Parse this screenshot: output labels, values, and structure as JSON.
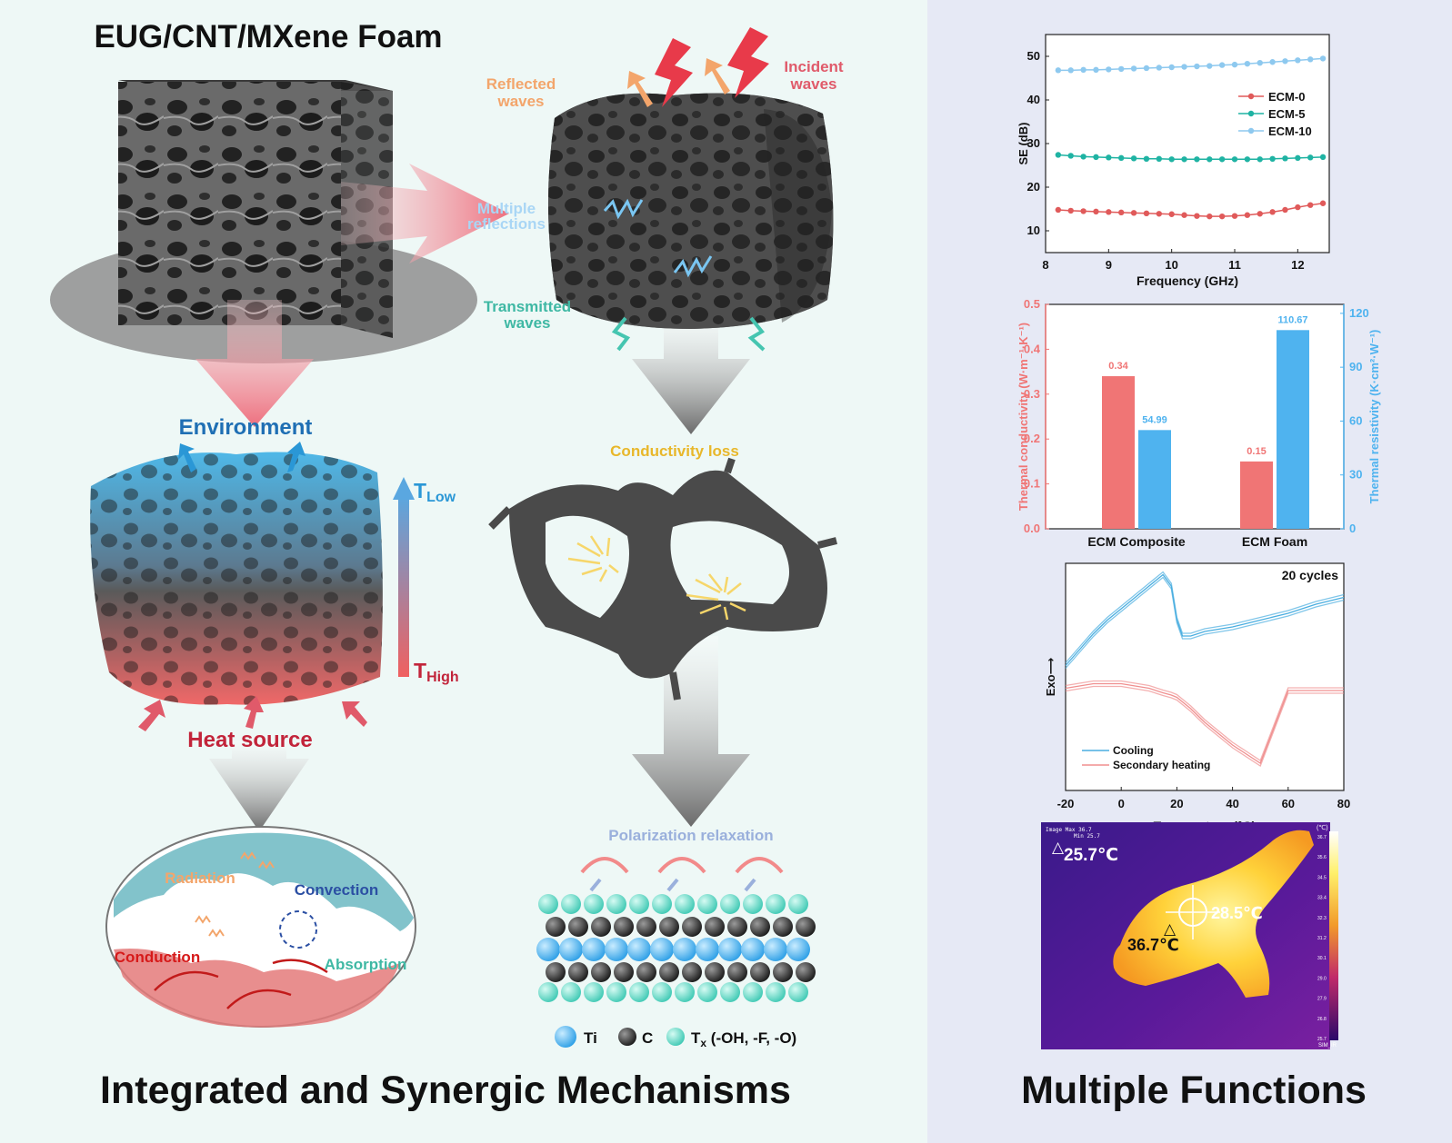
{
  "header": {
    "foam_title": "EUG/CNT/MXene Foam"
  },
  "emi": {
    "reflected": [
      "Reflected",
      "waves"
    ],
    "incident": [
      "Incident",
      "waves"
    ],
    "multiple": [
      "Multiple",
      "reflections"
    ],
    "transmitted": [
      "Transmitted",
      "waves"
    ],
    "conductivity_loss": "Conductivity loss",
    "polarization": "Polarization relaxation",
    "legend": {
      "ti": "Ti",
      "c": "C",
      "tx_main": "T",
      "tx_sub": "x",
      "tx_rest": " (-OH, -F, -O)"
    }
  },
  "thermal": {
    "environment": "Environment",
    "t_low_main": "T",
    "t_low_sub": "Low",
    "t_high_main": "T",
    "t_high_sub": "High",
    "heat_source": "Heat source",
    "radiation": "Radiation",
    "convection": "Convection",
    "conduction": "Conduction",
    "absorption": "Absorption"
  },
  "footer": {
    "left": "Integrated and Synergic Mechanisms",
    "right": "Multiple Functions"
  },
  "colors": {
    "left_bg": "#eef8f6",
    "right_bg": "#e6e9f5",
    "red": "#e05a5a",
    "teal": "#2ab5a5",
    "lightblue": "#8ec9ef",
    "blue": "#3aa3e3",
    "orange": "#f3a56b",
    "gold": "#e8b72a",
    "darkblue": "#1f6fb4",
    "crimson": "#c2243a"
  },
  "chart_data": [
    {
      "type": "line",
      "xlabel": "Frequency (GHz)",
      "ylabel": "SE (dB)",
      "xlim": [
        8,
        12.5
      ],
      "ylim": [
        5,
        55
      ],
      "xticks": [
        8,
        9,
        10,
        11,
        12
      ],
      "yticks": [
        10,
        20,
        30,
        40,
        50
      ],
      "legend_position": "top-right",
      "x": [
        8.2,
        8.4,
        8.6,
        8.8,
        9.0,
        9.2,
        9.4,
        9.6,
        9.8,
        10.0,
        10.2,
        10.4,
        10.6,
        10.8,
        11.0,
        11.2,
        11.4,
        11.6,
        11.8,
        12.0,
        12.2,
        12.4
      ],
      "series": [
        {
          "name": "ECM-0",
          "color": "#e05a5a",
          "values": [
            14.8,
            14.6,
            14.5,
            14.4,
            14.3,
            14.2,
            14.1,
            14.0,
            13.9,
            13.8,
            13.6,
            13.4,
            13.3,
            13.3,
            13.4,
            13.6,
            13.9,
            14.3,
            14.8,
            15.4,
            15.9,
            16.3
          ]
        },
        {
          "name": "ECM-5",
          "color": "#1fb3a3",
          "values": [
            27.4,
            27.2,
            27.0,
            26.9,
            26.8,
            26.7,
            26.6,
            26.5,
            26.5,
            26.4,
            26.4,
            26.4,
            26.4,
            26.4,
            26.4,
            26.4,
            26.4,
            26.5,
            26.6,
            26.7,
            26.8,
            26.9
          ]
        },
        {
          "name": "ECM-10",
          "color": "#8ec9ef",
          "values": [
            46.8,
            46.8,
            46.9,
            46.9,
            47.0,
            47.1,
            47.2,
            47.3,
            47.4,
            47.5,
            47.6,
            47.7,
            47.8,
            48.0,
            48.1,
            48.3,
            48.5,
            48.7,
            48.9,
            49.1,
            49.3,
            49.5
          ]
        }
      ]
    },
    {
      "type": "bar",
      "categories": [
        "ECM Composite",
        "ECM Foam"
      ],
      "series": [
        {
          "name": "Thermal conductivity",
          "axis": "left",
          "color": "#f07575",
          "values": [
            0.34,
            0.15
          ],
          "labels": [
            "0.34",
            "0.15"
          ]
        },
        {
          "name": "Thermal resistivity",
          "axis": "right",
          "color": "#4fb3ef",
          "values": [
            54.99,
            110.67
          ],
          "labels": [
            "54.99",
            "110.67"
          ]
        }
      ],
      "ylabel": "Thermal conductivity (W·m⁻¹·K⁻¹)",
      "y2label": "Thermal resistivity (K·cm²·W⁻¹)",
      "ylim": [
        0,
        0.5
      ],
      "y2lim": [
        0,
        125
      ],
      "yticks": [
        "0.0",
        "0.1",
        "0.2",
        "0.3",
        "0.4",
        "0.5"
      ],
      "y2ticks": [
        "0",
        "30",
        "60",
        "90",
        "120"
      ]
    },
    {
      "type": "line",
      "title": "20 cycles",
      "xlabel": "Temperature (°C)",
      "ylabel": "Exo⟶",
      "xlim": [
        -20,
        80
      ],
      "xticks": [
        -20,
        0,
        20,
        40,
        60,
        80
      ],
      "legend_position": "bottom-left",
      "x": [
        -20,
        -15,
        -10,
        -5,
        0,
        5,
        10,
        15,
        18,
        20,
        22,
        25,
        30,
        40,
        50,
        60,
        70,
        80
      ],
      "series": [
        {
          "name": "Cooling",
          "color": "#4aaee0",
          "values": [
            0.55,
            0.62,
            0.69,
            0.75,
            0.8,
            0.85,
            0.9,
            0.95,
            0.9,
            0.75,
            0.68,
            0.68,
            0.7,
            0.72,
            0.75,
            0.78,
            0.82,
            0.85
          ]
        },
        {
          "name": "Secondary heating",
          "color": "#f08f8f",
          "values": [
            0.45,
            0.46,
            0.47,
            0.47,
            0.47,
            0.46,
            0.45,
            0.43,
            0.42,
            0.41,
            0.39,
            0.36,
            0.3,
            0.2,
            0.12,
            0.44,
            0.44,
            0.44
          ]
        }
      ]
    }
  ],
  "ir_image": {
    "corner_label": "25.7℃",
    "center_label": "28.5℃",
    "max_label": "36.7℃",
    "info_line1": "Image   Max 36.7",
    "info_line2": "Min 25.7",
    "scale_unit": "(℃)",
    "scale_ticks": [
      "36.7",
      "35.6",
      "34.5",
      "33.4",
      "32.3",
      "31.2",
      "30.1",
      "29.0",
      "27.9",
      "26.8",
      "25.7"
    ],
    "watermark": "SIM_IR"
  }
}
